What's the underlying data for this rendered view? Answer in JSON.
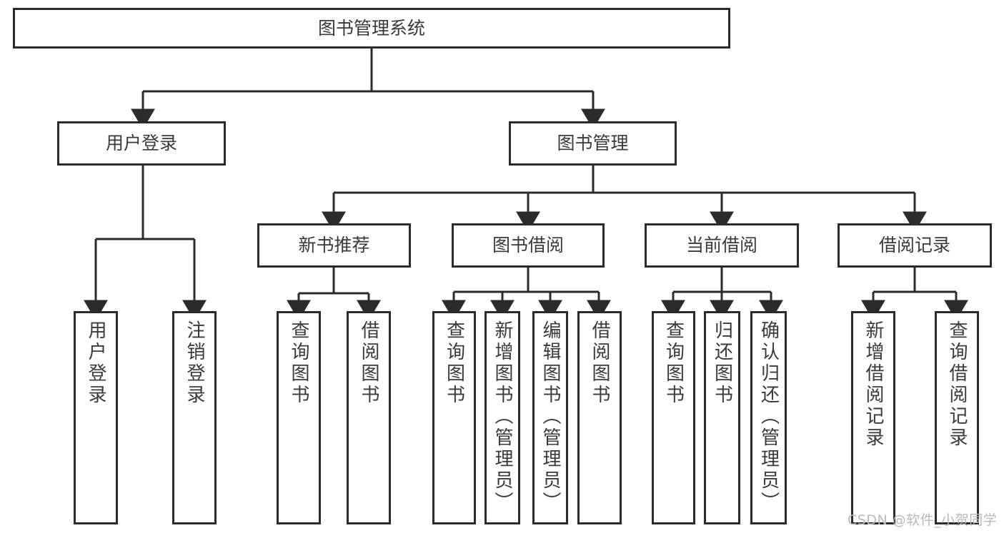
{
  "diagram": {
    "type": "hierarchy-tree",
    "title": "图书管理系统",
    "watermark": "CSDN @软件_小贺同学",
    "colors": {
      "box_border": "#2b2b2b",
      "box_fill": "#ffffff",
      "text": "#3a3a3a",
      "connector": "#2b2b2b",
      "watermark": "#b9b9b9",
      "background": "#ffffff"
    },
    "levels": {
      "root": {
        "label": "图书管理系统"
      },
      "level2": [
        {
          "id": "user-login",
          "label": "用户登录"
        },
        {
          "id": "book-manage",
          "label": "图书管理"
        }
      ],
      "level3": [
        {
          "id": "new-book-recommend",
          "label": "新书推荐",
          "parent": "book-manage"
        },
        {
          "id": "book-borrow",
          "label": "图书借阅",
          "parent": "book-manage"
        },
        {
          "id": "current-borrow",
          "label": "当前借阅",
          "parent": "book-manage"
        },
        {
          "id": "borrow-record",
          "label": "借阅记录",
          "parent": "book-manage"
        }
      ],
      "leaves": [
        {
          "id": "leaf-user-login",
          "label": "用户登录",
          "parent": "user-login"
        },
        {
          "id": "leaf-logout",
          "label": "注销登录",
          "parent": "user-login"
        },
        {
          "id": "leaf-query-book-1",
          "label": "查询图书",
          "parent": "new-book-recommend"
        },
        {
          "id": "leaf-borrow-book-1",
          "label": "借阅图书",
          "parent": "new-book-recommend"
        },
        {
          "id": "leaf-query-book-2",
          "label": "查询图书",
          "parent": "book-borrow"
        },
        {
          "id": "leaf-add-book",
          "label": "新增图书（管理员）",
          "parent": "book-borrow"
        },
        {
          "id": "leaf-edit-book",
          "label": "编辑图书（管理员）",
          "parent": "book-borrow"
        },
        {
          "id": "leaf-borrow-book-2",
          "label": "借阅图书",
          "parent": "book-borrow"
        },
        {
          "id": "leaf-query-book-3",
          "label": "查询图书",
          "parent": "current-borrow"
        },
        {
          "id": "leaf-return-book",
          "label": "归还图书",
          "parent": "current-borrow"
        },
        {
          "id": "leaf-confirm-return",
          "label": "确认归还（管理员）",
          "parent": "current-borrow"
        },
        {
          "id": "leaf-add-record",
          "label": "新增借阅记录",
          "parent": "borrow-record"
        },
        {
          "id": "leaf-query-record",
          "label": "查询借阅记录",
          "parent": "borrow-record"
        }
      ]
    }
  }
}
